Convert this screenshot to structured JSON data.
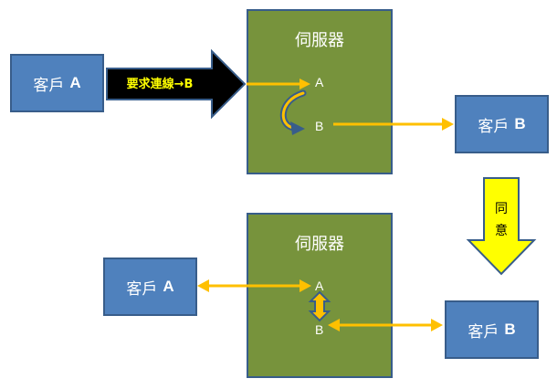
{
  "top": {
    "client_a": {
      "label": "客戶",
      "letter": "A"
    },
    "server": {
      "title": "伺服器",
      "port_a": "A",
      "port_b": "B"
    },
    "client_b": {
      "label": "客戶",
      "letter": "B"
    },
    "request_arrow_text": "要求連線→B"
  },
  "agree_arrow": {
    "char1": "同",
    "char2": "意"
  },
  "bottom": {
    "client_a": {
      "label": "客戶",
      "letter": "A"
    },
    "server": {
      "title": "伺服器",
      "port_a": "A",
      "port_b": "B"
    },
    "client_b": {
      "label": "客戶",
      "letter": "B"
    }
  },
  "colors": {
    "client_fill": "#4f81bd",
    "server_fill": "#77933c",
    "connector": "#ffc000",
    "agree_arrow": "#ffff00",
    "request_arrow": "#000000"
  }
}
